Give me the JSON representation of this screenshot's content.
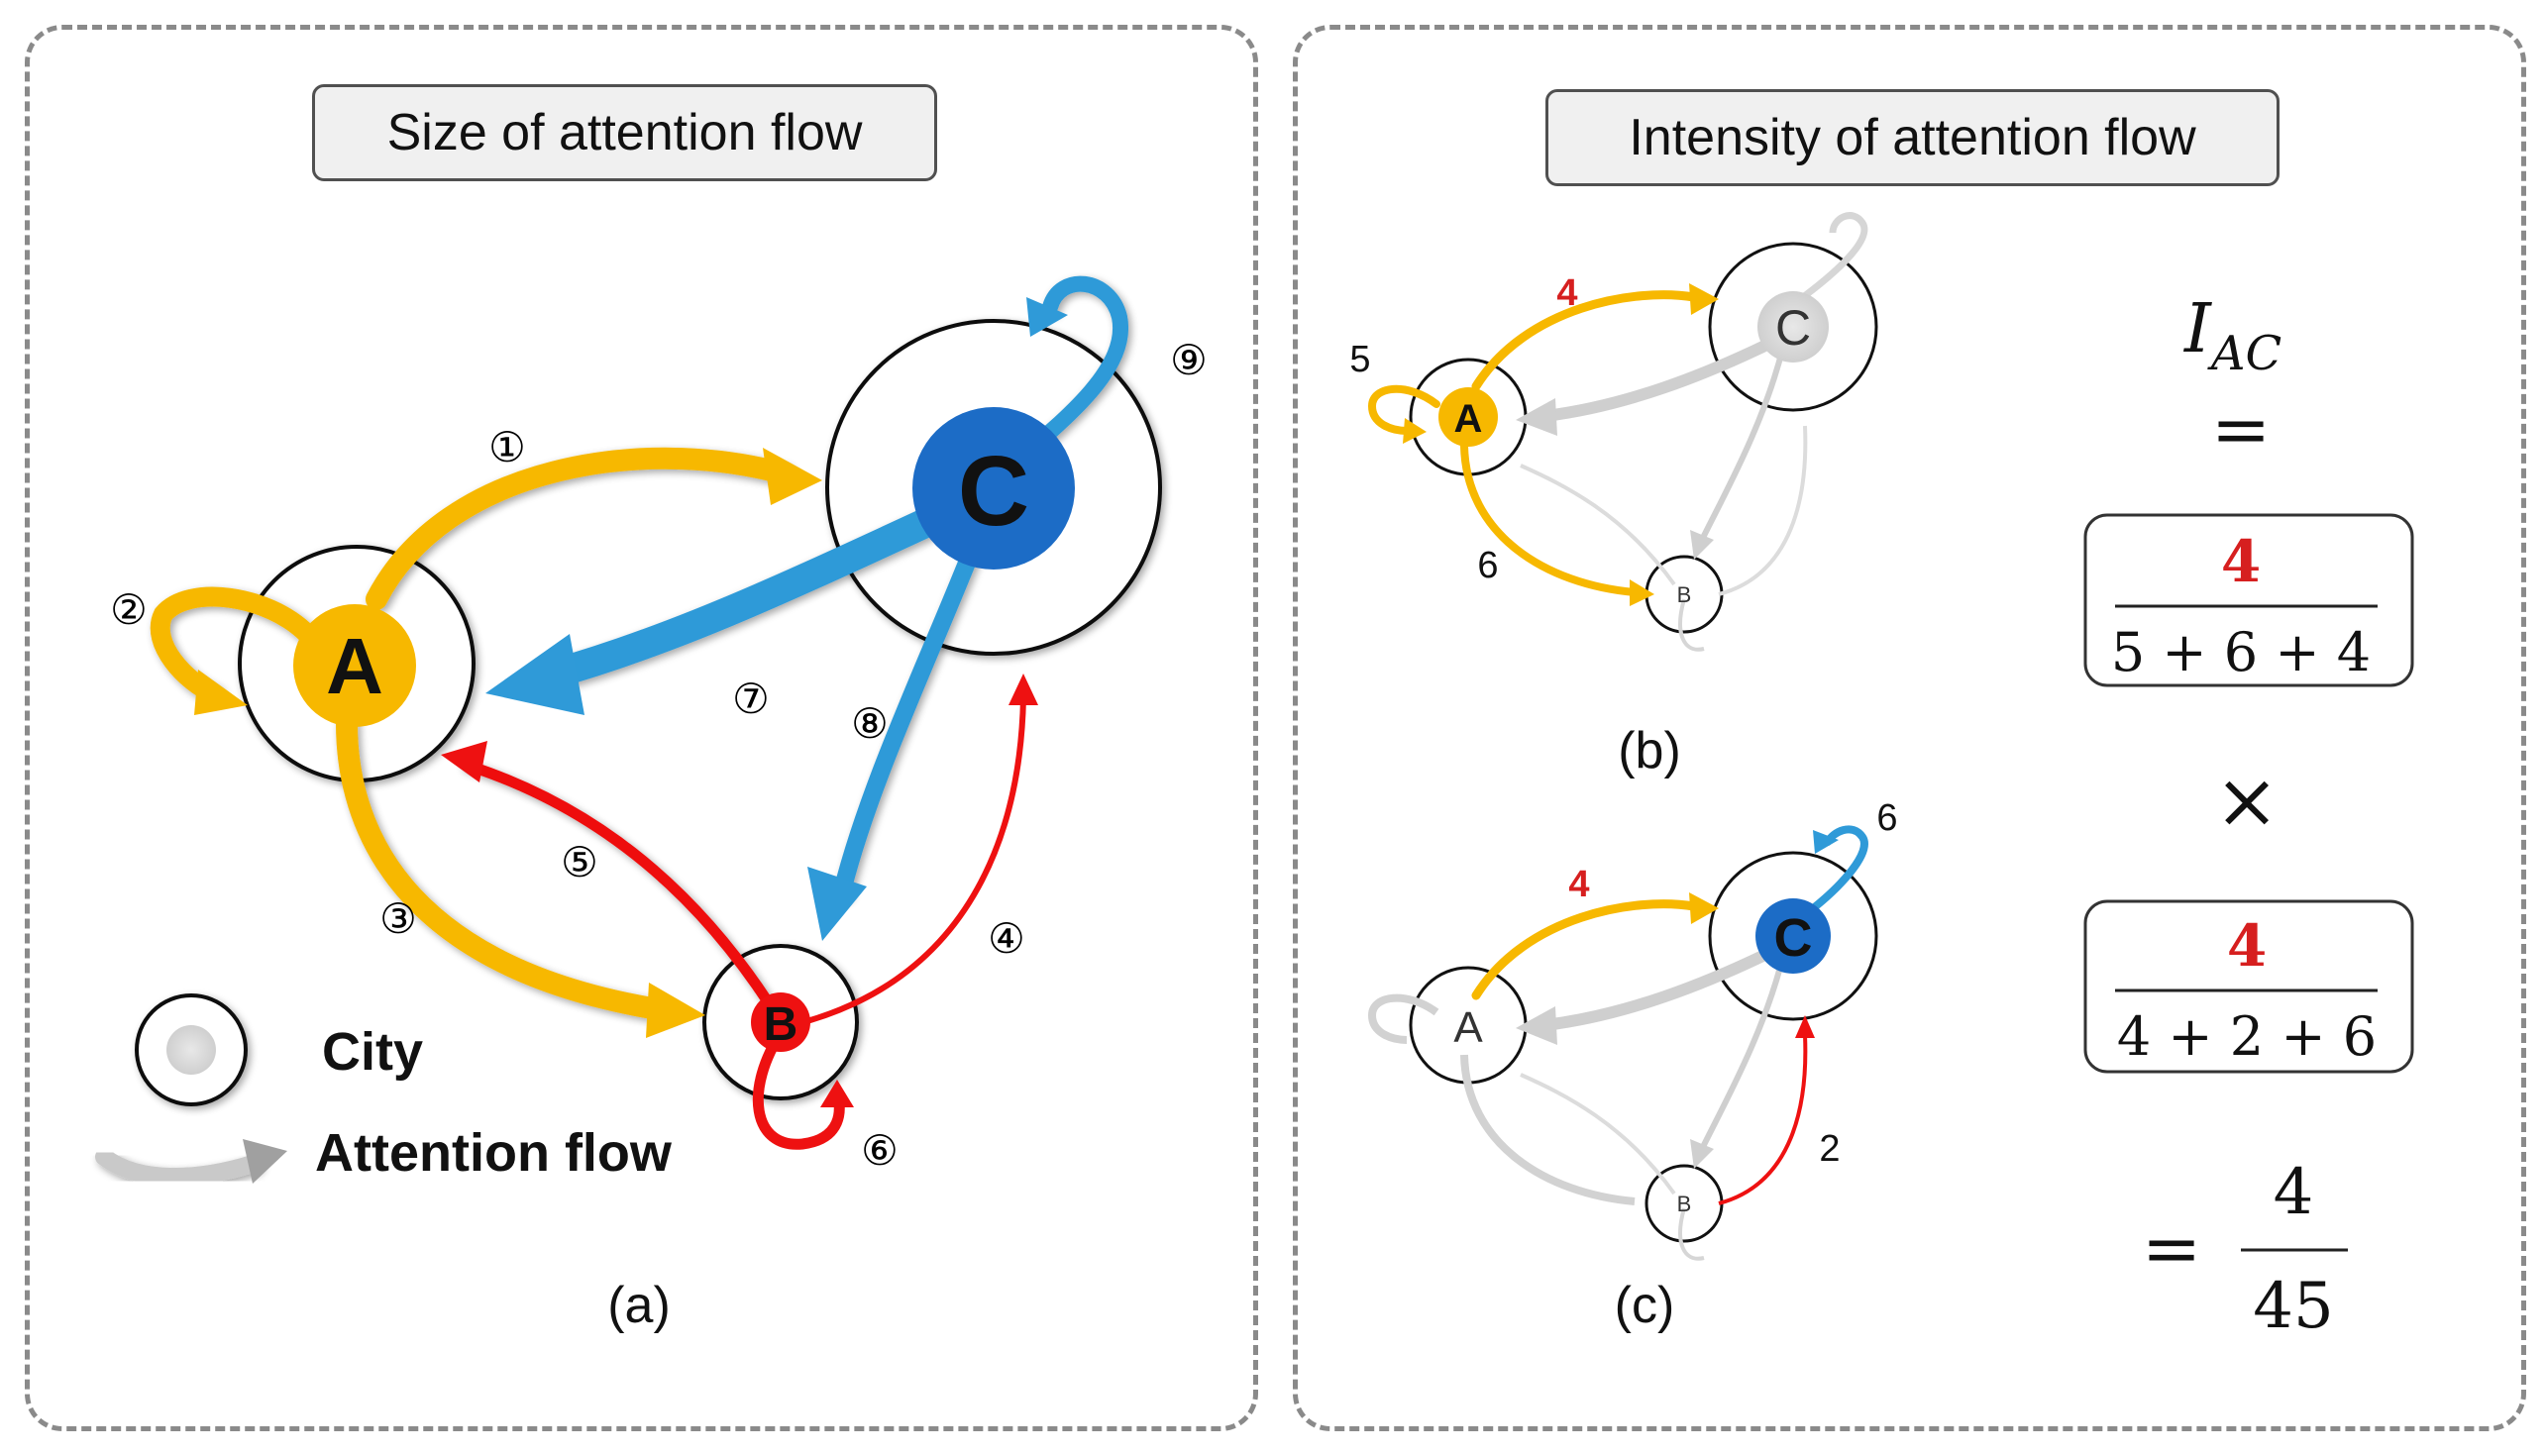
{
  "panel_a": {
    "title": "Size of attention flow",
    "nodes": {
      "a": "A",
      "b": "B",
      "c": "C"
    },
    "flow_numbers": [
      "①",
      "②",
      "③",
      "④",
      "⑤",
      "⑥",
      "⑦",
      "⑧",
      "⑨"
    ],
    "legend": {
      "city": "City",
      "attention_flow": "Attention flow"
    },
    "caption": "(a)"
  },
  "panel_b": {
    "nodes": {
      "a": "A",
      "b": "B",
      "c": "C"
    },
    "edge_labels": {
      "ac": "4",
      "aa": "5",
      "ab": "6"
    },
    "caption": "(b)"
  },
  "panel_c": {
    "nodes": {
      "a": "A",
      "b": "B",
      "c": "C"
    },
    "edge_labels": {
      "ac": "4",
      "cc": "6",
      "bc": "2"
    },
    "caption": "(c)"
  },
  "panel_bc_title": "Intensity of attention flow",
  "formula": {
    "lhs": "I",
    "lhs_sub": "AC",
    "equals": "=",
    "frac1_num": "4",
    "frac1_den": "5 + 6 + 4",
    "times": "×",
    "frac2_num": "4",
    "frac2_den": "4 + 2 + 6",
    "result_equals": "=",
    "result_num": "4",
    "result_den": "45"
  },
  "colors": {
    "yellow": "#f7b800",
    "red": "#ee1111",
    "blue": "#2f9ad8",
    "node_c": "#1c6cc6",
    "gray": "#cfcfcf",
    "formula_red": "#d61f1f"
  }
}
